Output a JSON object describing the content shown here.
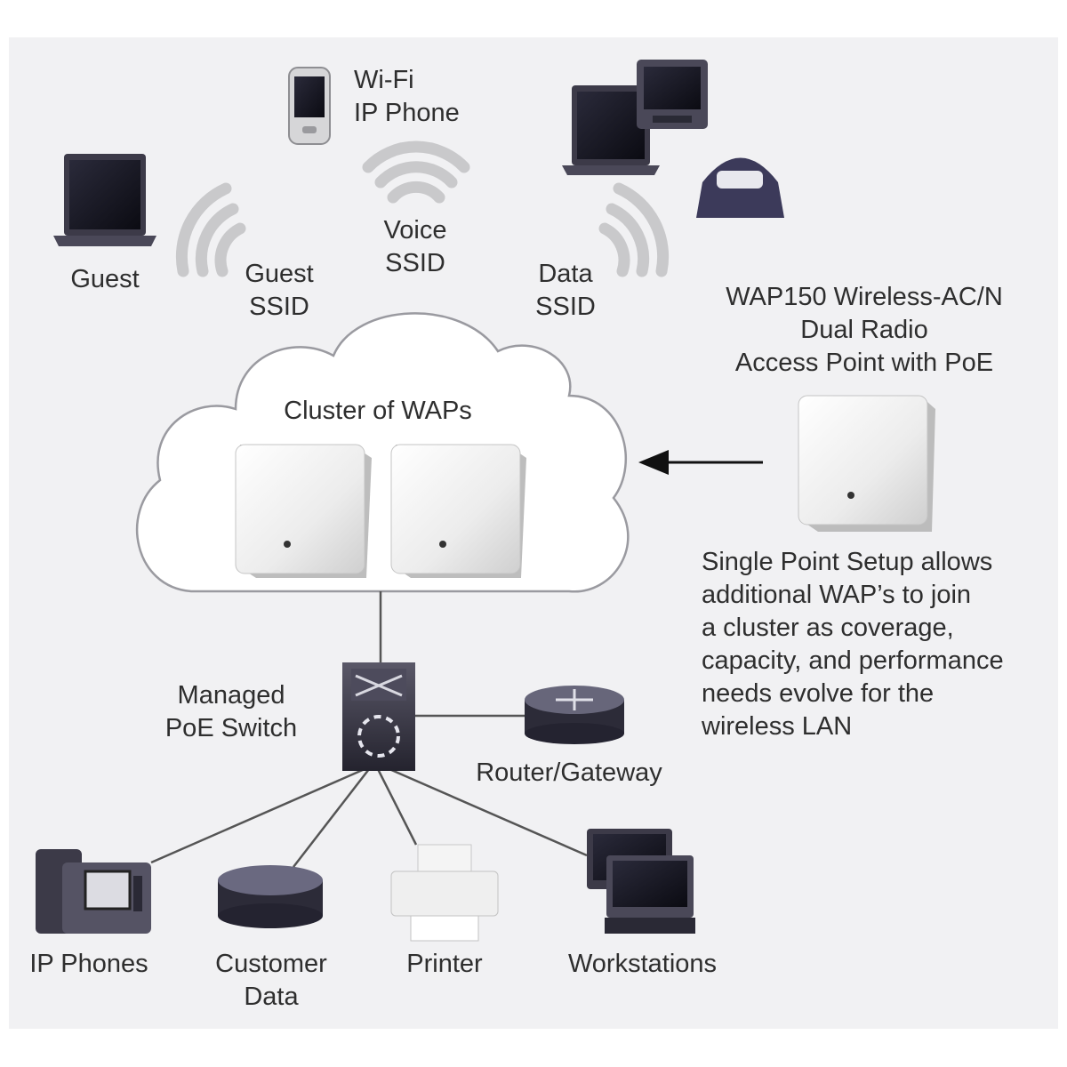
{
  "labels": {
    "wifi_phone": [
      "Wi-Fi",
      "IP Phone"
    ],
    "guest": "Guest",
    "guest_ssid": [
      "Guest",
      "SSID"
    ],
    "voice_ssid": [
      "Voice",
      "SSID"
    ],
    "data_ssid": [
      "Data",
      "SSID"
    ],
    "wap_title": [
      "WAP150 Wireless-AC/N",
      "Dual Radio",
      "Access Point with PoE"
    ],
    "cluster": "Cluster of WAPs",
    "setup_note": [
      "Single Point Setup allows",
      "additional WAP’s to join",
      "a cluster as coverage,",
      "capacity, and performance",
      "needs evolve for the",
      "wireless LAN"
    ],
    "switch": [
      "Managed",
      "PoE Switch"
    ],
    "router": "Router/Gateway",
    "ip_phones": "IP Phones",
    "customer_data": [
      "Customer",
      "Data"
    ],
    "printer": "Printer",
    "workstations": "Workstations"
  },
  "colors": {
    "background_panel": "#f1f1f3",
    "cloud_fill": "#ffffff",
    "cloud_outline": "#9a9aa0",
    "wifi_wave": "#c9c9cb",
    "device_dark": "#3a3848",
    "screen": "#15151f",
    "ap_body": "#f4f4f4",
    "connector": "#555555",
    "text": "#2e2e2e"
  },
  "icons": [
    "laptop-icon",
    "smartphone-icon",
    "wifi-wave-icon",
    "desktop-monitor-icon",
    "camera-dome-icon",
    "access-point-icon",
    "network-switch-icon",
    "router-icon",
    "desk-phone-icon",
    "database-icon",
    "printer-icon",
    "workstation-icon",
    "arrow-left-icon"
  ]
}
